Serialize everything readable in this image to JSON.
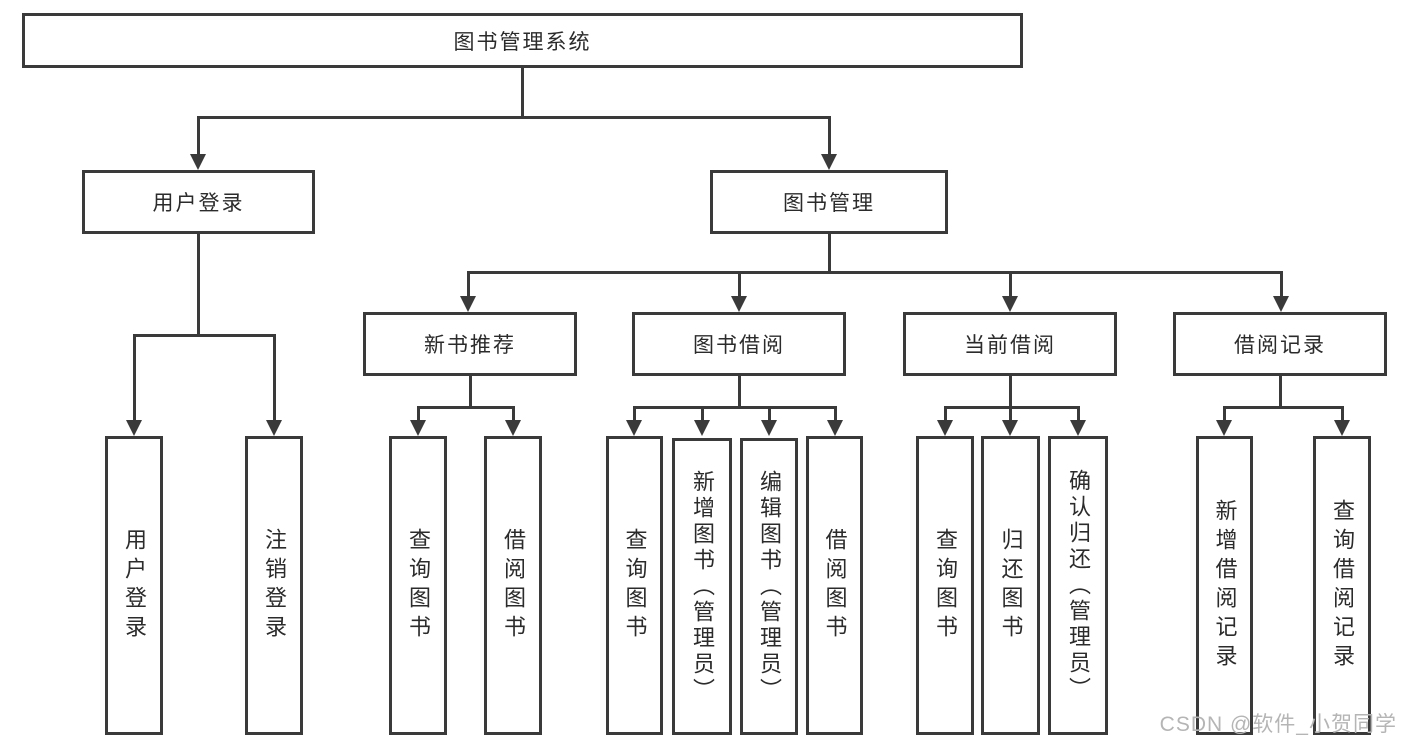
{
  "tree": {
    "root": {
      "label": "图书管理系统"
    },
    "branches": [
      {
        "label": "用户登录",
        "children": [
          {
            "label": "用户登录"
          },
          {
            "label": "注销登录"
          }
        ]
      },
      {
        "label": "图书管理",
        "sections": [
          {
            "label": "新书推荐",
            "children": [
              {
                "label": "查询图书"
              },
              {
                "label": "借阅图书"
              }
            ]
          },
          {
            "label": "图书借阅",
            "children": [
              {
                "label": "查询图书"
              },
              {
                "label": "新增图书（管理员）"
              },
              {
                "label": "编辑图书（管理员）"
              },
              {
                "label": "借阅图书"
              }
            ]
          },
          {
            "label": "当前借阅",
            "children": [
              {
                "label": "查询图书"
              },
              {
                "label": "归还图书"
              },
              {
                "label": "确认归还（管理员）"
              }
            ]
          },
          {
            "label": "借阅记录",
            "children": [
              {
                "label": "新增借阅记录"
              },
              {
                "label": "查询借阅记录"
              }
            ]
          }
        ]
      }
    ]
  },
  "watermark": {
    "text": "CSDN @软件_小贺同学"
  },
  "colors": {
    "line": "#3a3a3a",
    "text": "#2b2b2b",
    "background": "#ffffff",
    "watermark": "#b5b5b5"
  }
}
